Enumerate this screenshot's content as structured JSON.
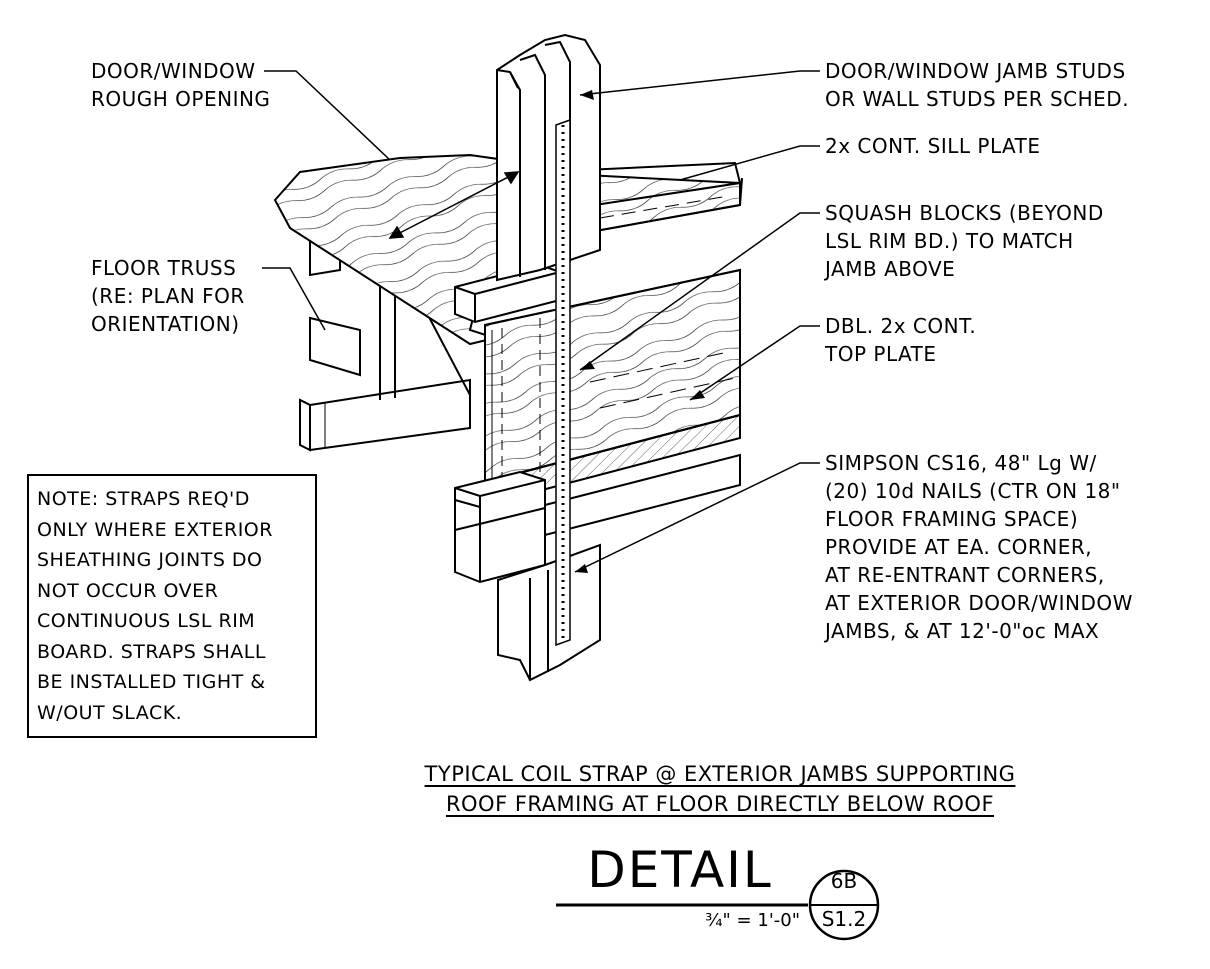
{
  "labels": {
    "rough_opening": [
      "DOOR/WINDOW",
      "ROUGH OPENING"
    ],
    "jamb_studs": [
      "DOOR/WINDOW JAMB STUDS",
      "OR WALL STUDS PER SCHED."
    ],
    "sill_plate": [
      "2x CONT. SILL PLATE"
    ],
    "squash_blocks": [
      "SQUASH BLOCKS (BEYOND",
      "LSL RIM BD.) TO MATCH",
      "JAMB ABOVE"
    ],
    "floor_truss": [
      "FLOOR TRUSS",
      "(RE: PLAN FOR",
      "ORIENTATION)"
    ],
    "top_plate": [
      "DBL. 2x CONT.",
      "TOP PLATE"
    ],
    "simpson": [
      "SIMPSON CS16, 48\" Lg W/",
      "(20) 10d NAILS (CTR ON 18\"",
      "FLOOR FRAMING SPACE)",
      "PROVIDE AT EA. CORNER,",
      "AT RE-ENTRANT CORNERS,",
      "AT EXTERIOR DOOR/WINDOW",
      "JAMBS, & AT 12'-0\"oc MAX"
    ]
  },
  "note": [
    "NOTE: STRAPS REQ'D",
    "ONLY WHERE EXTERIOR",
    "SHEATHING JOINTS DO",
    "NOT OCCUR OVER",
    "CONTINUOUS LSL RIM",
    "BOARD. STRAPS SHALL",
    "BE INSTALLED TIGHT &",
    "W/OUT SLACK."
  ],
  "title": [
    "TYPICAL COIL STRAP @ EXTERIOR JAMBS SUPPORTING",
    "ROOF FRAMING AT FLOOR DIRECTLY BELOW ROOF"
  ],
  "detail": {
    "word": "DETAIL",
    "scale": "¾\" = 1'-0\"",
    "number": "6B",
    "sheet": "S1.2"
  }
}
